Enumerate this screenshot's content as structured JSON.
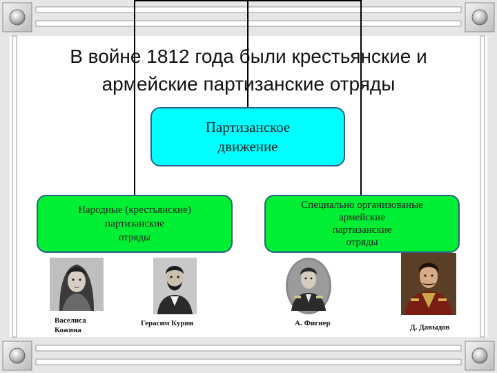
{
  "title": "В войне 1812 года были крестьянские и армейские партизанские отряды",
  "diagram": {
    "root": "Партизанское\nдвижение",
    "left_branch": "Народные (крестьянские)\nпартизанские\nотряды",
    "right_branch": "Специально организованые\nармейские\nпартизанские\nотряды"
  },
  "portraits": [
    {
      "caption": "Васелиса\nКожина"
    },
    {
      "caption": "Герасим Курин"
    },
    {
      "caption": "А. Фигнер"
    },
    {
      "caption": "Д. Давыдов"
    }
  ],
  "colors": {
    "root_box": "#00ffff",
    "branch_box": "#00ee33",
    "box_border": "#2f5f8a",
    "frame": "#d9d9d9"
  }
}
